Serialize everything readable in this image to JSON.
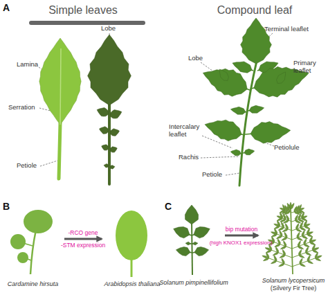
{
  "diagram": {
    "nodes": [
      {
        "text": [
          "Cardamine hirsuta"
        ]
      },
      {
        "text": [
          "Arabidopsis thaliana"
        ]
      },
      {
        "text": [
          "Solanum pimpinellifolium"
        ]
      },
      {
        "text": [
          "Solanum lycopersicum",
          "(Silvery Fir Tree)"
        ]
      }
    ],
    "edges": [
      {
        "from": 0,
        "to": 1,
        "arrow": "to",
        "label": "-RCO gene"
      },
      {
        "from": 2,
        "to": 3,
        "arrow": "to",
        "label": "bip mutation"
      }
    ],
    "labels": [
      "A",
      "Simple leaves",
      "Compound leaf",
      "Lamina",
      "Lobe",
      "Serration",
      "Petiole",
      "Lobe",
      "Terminal leaflet",
      "Primary leaflet",
      "Intercalary leaflet",
      "Rachis",
      "Petiolule",
      "Petiole",
      "B",
      "-STM expression",
      "C",
      "(high KNOX1 expression)"
    ]
  }
}
